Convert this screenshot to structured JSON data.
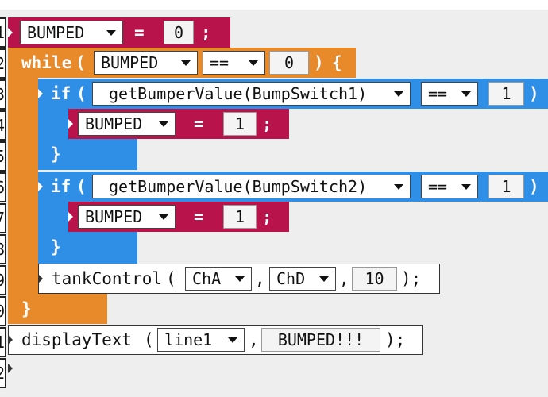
{
  "line_numbers": [
    "1",
    "2",
    "3",
    "4",
    "5",
    "6",
    "7",
    "8",
    "9",
    "0",
    "1",
    "2"
  ],
  "rows": {
    "r1": {
      "var": "BUMPED",
      "op": "=",
      "val": "0",
      "semi": ";"
    },
    "r2": {
      "kw": "while",
      "open": "(",
      "var": "BUMPED",
      "cmp": "==",
      "val": "0",
      "close": ")",
      "brace": "{"
    },
    "r3": {
      "kw": "if",
      "open": "(",
      "fn": "getBumperValue(BumpSwitch1)",
      "cmp": "==",
      "val": "1",
      "close": ")"
    },
    "r4": {
      "var": "BUMPED",
      "op": "=",
      "val": "1",
      "semi": ";"
    },
    "r5": {
      "brace": "}"
    },
    "r6": {
      "kw": "if",
      "open": "(",
      "fn": "getBumperValue(BumpSwitch2)",
      "cmp": "==",
      "val": "1",
      "close": ")"
    },
    "r7": {
      "var": "BUMPED",
      "op": "=",
      "val": "1",
      "semi": ";"
    },
    "r8": {
      "brace": "}"
    },
    "r9": {
      "fn": "tankControl",
      "open": "(",
      "a1": "ChA",
      "comma1": ",",
      "a2": "ChD",
      "comma2": ",",
      "a3": "10",
      "close": ");"
    },
    "r10": {
      "brace": "}"
    },
    "r11": {
      "fn": "displayText",
      "open": "(",
      "a1": "line1",
      "comma": ",",
      "a2": "BUMPED!!!",
      "close": ");"
    }
  },
  "colors": {
    "variable_block": "#b8134a",
    "loop_block": "#e8892a",
    "if_block": "#2f8fe6"
  }
}
